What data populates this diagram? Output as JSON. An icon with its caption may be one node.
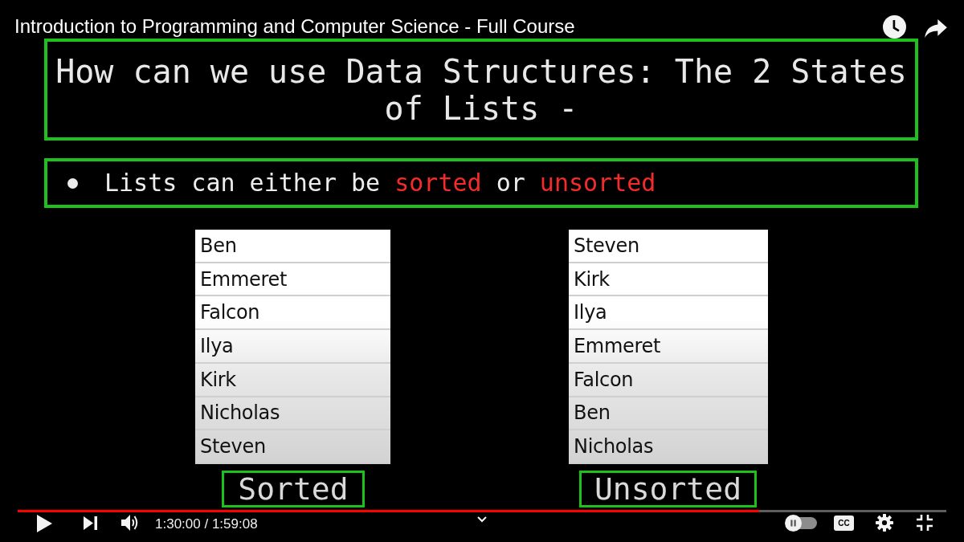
{
  "diagram": {
    "title": "How can we use Data Structures: The 2 States of Lists -",
    "nodes": [
      {
        "text": [
          "Lists can either be **sorted** or **unsorted**"
        ]
      },
      {
        "text": [
          "Ben",
          "Emmeret",
          "Falcon",
          "Ilya",
          "Kirk",
          "Nicholas",
          "Steven"
        ]
      },
      {
        "text": [
          "Steven",
          "Kirk",
          "Ilya",
          "Emmeret",
          "Falcon",
          "Ben",
          "Nicholas"
        ]
      },
      {
        "text": [
          "Sorted"
        ]
      },
      {
        "text": [
          "Unsorted"
        ]
      }
    ],
    "labels": [
      "Introduction to Programming and Computer Science - Full Course",
      "1:30:00 / 1:59:08",
      "CC"
    ]
  }
}
